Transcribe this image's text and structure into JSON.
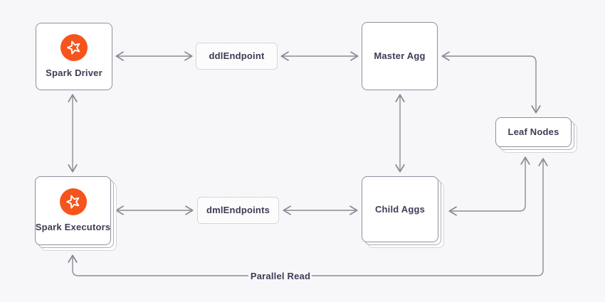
{
  "diagram": {
    "nodes": {
      "spark_driver": "Spark Driver",
      "ddl_endpoint": "ddlEndpoint",
      "master_agg": "Master Agg",
      "leaf_nodes": "Leaf Nodes",
      "spark_executors": "Spark Executors",
      "dml_endpoints": "dmlEndpoints",
      "child_aggs": "Child Aggs"
    },
    "edge_labels": {
      "parallel_read": "Parallel Read"
    },
    "icons": {
      "spark_driver": "star-badge-icon",
      "spark_executors": "star-badge-icon"
    },
    "colors": {
      "background": "#F7F7F9",
      "node_background": "#FFFFFF",
      "node_border": "#8F8F9D",
      "stack_layer_border_near": "#ADADBA",
      "stack_layer_border_far": "#D4D4DC",
      "dashed_border": "#AFAFBC",
      "arrow": "#8B8B96",
      "text": "#3C3C55",
      "icon_orange": "#F5551D",
      "icon_star": "#FFFFFF"
    }
  }
}
